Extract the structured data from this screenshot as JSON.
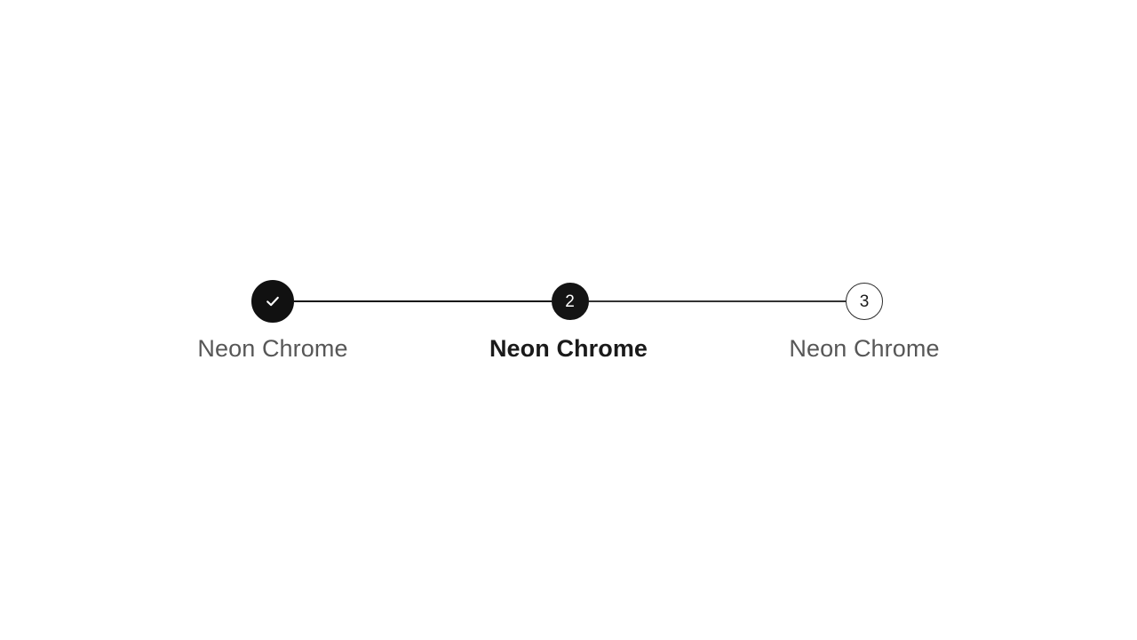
{
  "page": {
    "background_color": "#ffffff",
    "accent_color": "#111111",
    "muted_text_color": "#575757",
    "active_text_color": "#1a1a1a"
  },
  "stepper": {
    "orientation": "horizontal",
    "current_step": 2,
    "total_steps": 3,
    "steps": [
      {
        "index": "1",
        "label": "Neon Chrome",
        "state": "complete",
        "indicator": "check-icon"
      },
      {
        "index": "2",
        "label": "Neon Chrome",
        "state": "active",
        "indicator": "2"
      },
      {
        "index": "3",
        "label": "Neon Chrome",
        "state": "upcoming",
        "indicator": "3"
      }
    ],
    "connectors": [
      {
        "from": "1",
        "to": "2",
        "color": "#111111"
      },
      {
        "from": "2",
        "to": "3",
        "color": "#333333"
      }
    ]
  }
}
